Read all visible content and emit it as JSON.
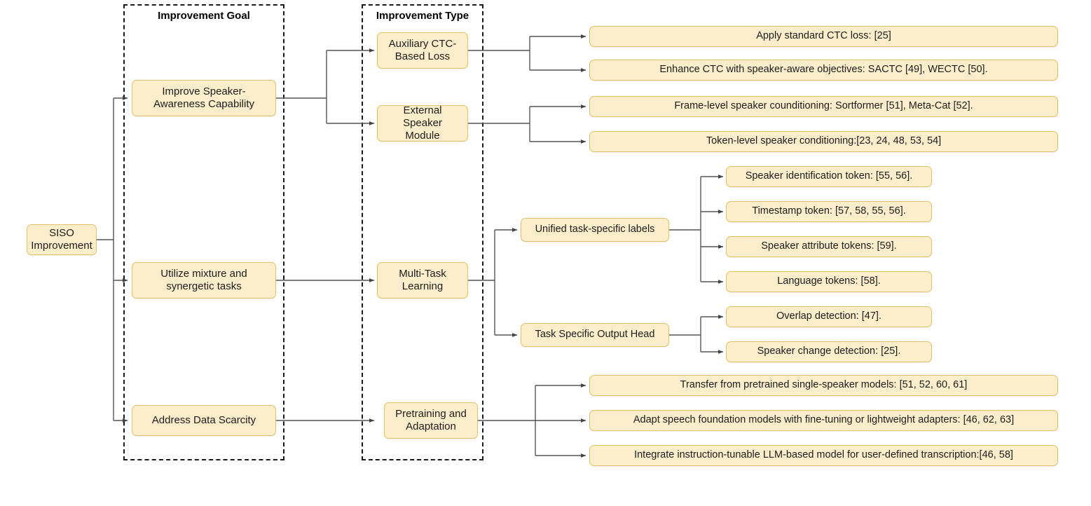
{
  "diagram": {
    "title_root": "SISO\nImprovement",
    "groups": [
      {
        "id": "improvement-goal",
        "label": "Improvement Goal"
      },
      {
        "id": "improvement-type",
        "label": "Improvement Type"
      }
    ],
    "root": {
      "label": "SISO Improvement",
      "line1": "SISO",
      "line2": "Improvement"
    },
    "goals": [
      {
        "id": "goal-speaker-awareness",
        "line1": "Improve Speaker-",
        "line2": "Awareness Capability"
      },
      {
        "id": "goal-mixture-tasks",
        "line1": "Utilize mixture and",
        "line2": "synergetic tasks"
      },
      {
        "id": "goal-data-scarcity",
        "line1": "Address Data Scarcity",
        "line2": ""
      }
    ],
    "types": [
      {
        "id": "type-auxiliary-ctc",
        "line1": "Auxiliary CTC-",
        "line2": "Based Loss"
      },
      {
        "id": "type-external-speaker",
        "line1": "External Speaker",
        "line2": "Module"
      },
      {
        "id": "type-multi-task",
        "line1": "Multi-Task",
        "line2": "Learning"
      },
      {
        "id": "type-pretraining",
        "line1": "Pretraining and",
        "line2": "Adaptation"
      }
    ],
    "mid_nodes": [
      {
        "id": "mid-unified-labels",
        "label": "Unified task-specific labels"
      },
      {
        "id": "mid-task-head",
        "label": "Task Specific Output Head"
      }
    ],
    "leaves": [
      {
        "id": "leaf-apply-standard-ctc",
        "label": "Apply standard CTC loss: [25]"
      },
      {
        "id": "leaf-enhance-ctc",
        "label": "Enhance CTC  with speaker-aware objectives: SACTC [49], WECTC [50]."
      },
      {
        "id": "leaf-frame-level",
        "label": "Frame-level speaker counditioning: Sortformer [51], Meta-Cat [52]."
      },
      {
        "id": "leaf-token-level",
        "label": "Token-level speaker conditioning:[23, 24, 48, 53, 54]"
      },
      {
        "id": "leaf-speaker-id-token",
        "label": "Speaker identification token: [55, 56]."
      },
      {
        "id": "leaf-timestamp-token",
        "label": "Timestamp token: [57, 58, 55, 56]."
      },
      {
        "id": "leaf-speaker-attribute",
        "label": "Speaker attribute tokens: [59]."
      },
      {
        "id": "leaf-language-tokens",
        "label": "Language tokens: [58]."
      },
      {
        "id": "leaf-overlap-detection",
        "label": "Overlap detection: [47]."
      },
      {
        "id": "leaf-speaker-change",
        "label": "Speaker change detection: [25]."
      },
      {
        "id": "leaf-transfer-pretrained",
        "label": "Transfer from pretrained single-speaker models: [51, 52, 60, 61]"
      },
      {
        "id": "leaf-adapt-foundation",
        "label": "Adapt speech foundation models with fine-tuning or lightweight adapters: [46, 62, 63]"
      },
      {
        "id": "leaf-instruction-llm",
        "label": "Integrate instruction-tunable LLM-based model for user-defined transcription:[46, 58]"
      }
    ],
    "colors": {
      "node_fill": "#fceeca",
      "node_border": "#e0c069",
      "text": "#1c1c1c",
      "connector": "#555555",
      "group_border": "#1a1a1a",
      "background": "#ffffff"
    }
  }
}
